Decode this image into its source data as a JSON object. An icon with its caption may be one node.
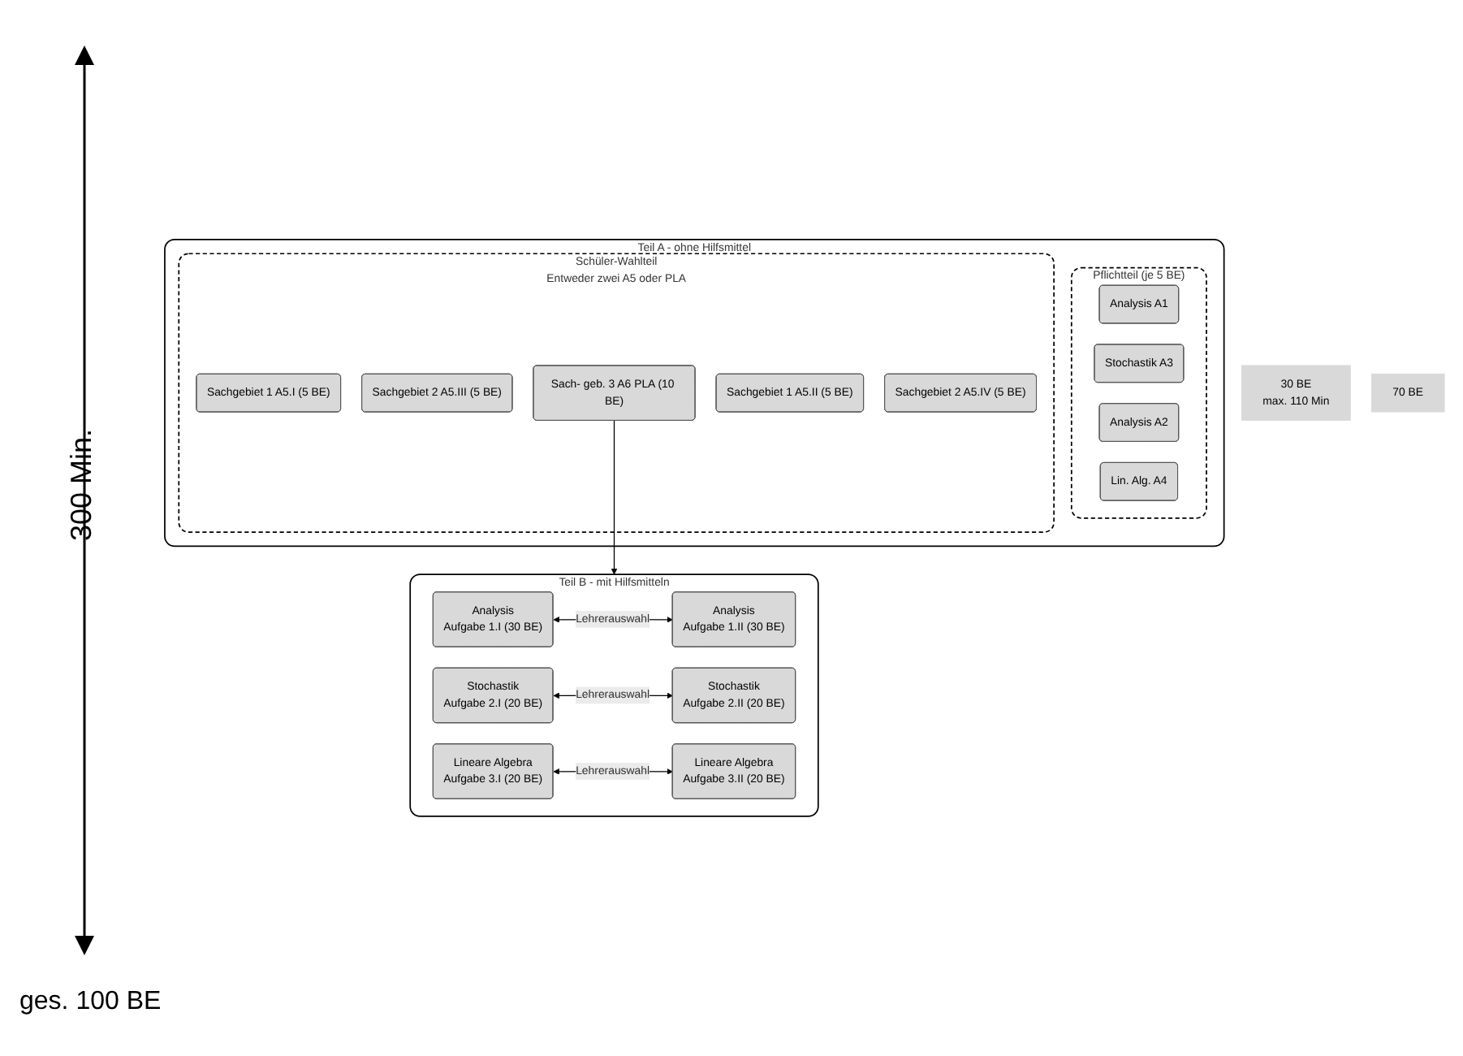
{
  "diagram": {
    "nodes": [
      {
        "text": [
          "Teil A - ohne Hilfsmittel"
        ]
      },
      {
        "text": [
          "Pflichtteil (je 5 BE)"
        ],
        "in": 0
      },
      {
        "text": [
          "Analysis A1"
        ],
        "in": 1
      },
      {
        "text": [
          "Stochastik A3"
        ],
        "in": 1
      },
      {
        "text": [
          "Analysis A2"
        ],
        "in": 1
      },
      {
        "text": [
          "Lin. Alg. A4"
        ],
        "in": 1
      },
      {
        "text": [
          "Schüler-Wahlteil",
          "Entweder zwei A5 oder PLA"
        ],
        "in": 0
      },
      {
        "text": [
          "Sachgebiet 1 A5.I (5 BE)"
        ],
        "in": 6
      },
      {
        "text": [
          "Sachgebiet 2 A5.III (5 BE)"
        ],
        "in": 6
      },
      {
        "text": [
          "Sach- geb. 3 A6 PLA (10 BE)"
        ],
        "in": 6
      },
      {
        "text": [
          "Sachgebiet 1 A5.II (5 BE)"
        ],
        "in": 6
      },
      {
        "text": [
          "Sachgebiet 2 A5.IV (5 BE)"
        ],
        "in": 6
      },
      {
        "text": [
          "Teil B - mit Hilfsmitteln"
        ]
      },
      {
        "text": [
          "Analysis",
          "Aufgabe 1.I (30 BE)"
        ],
        "in": 12
      },
      {
        "text": [
          "Analysis",
          "Aufgabe 1.II (30 BE)"
        ],
        "in": 12
      },
      {
        "text": [
          "Stochastik",
          "Aufgabe 2.I (20 BE)"
        ],
        "in": 12
      },
      {
        "text": [
          "Stochastik",
          "Aufgabe 2.II (20 BE)"
        ],
        "in": 12
      },
      {
        "text": [
          "Lineare Algebra",
          "Aufgabe 3.I (20 BE)"
        ],
        "in": 12
      },
      {
        "text": [
          "Lineare Algebra",
          "Aufgabe 3.II (20 BE)"
        ],
        "in": 12
      },
      {
        "text": [
          "30 BE",
          "max. 110 Min"
        ]
      },
      {
        "text": [
          "70 BE"
        ]
      }
    ],
    "edges": [
      {
        "from": 13,
        "to": 14,
        "arrow": "both",
        "label": "Lehrerauswahl"
      },
      {
        "from": 15,
        "to": 16,
        "arrow": "both",
        "label": "Lehrerauswahl"
      },
      {
        "from": 17,
        "to": 18,
        "arrow": "both",
        "label": "Lehrerauswahl"
      },
      {
        "from": 9,
        "to": 12,
        "arrow": "to"
      }
    ],
    "labels": [
      "300 Min.",
      "ges. 100 BE"
    ]
  }
}
